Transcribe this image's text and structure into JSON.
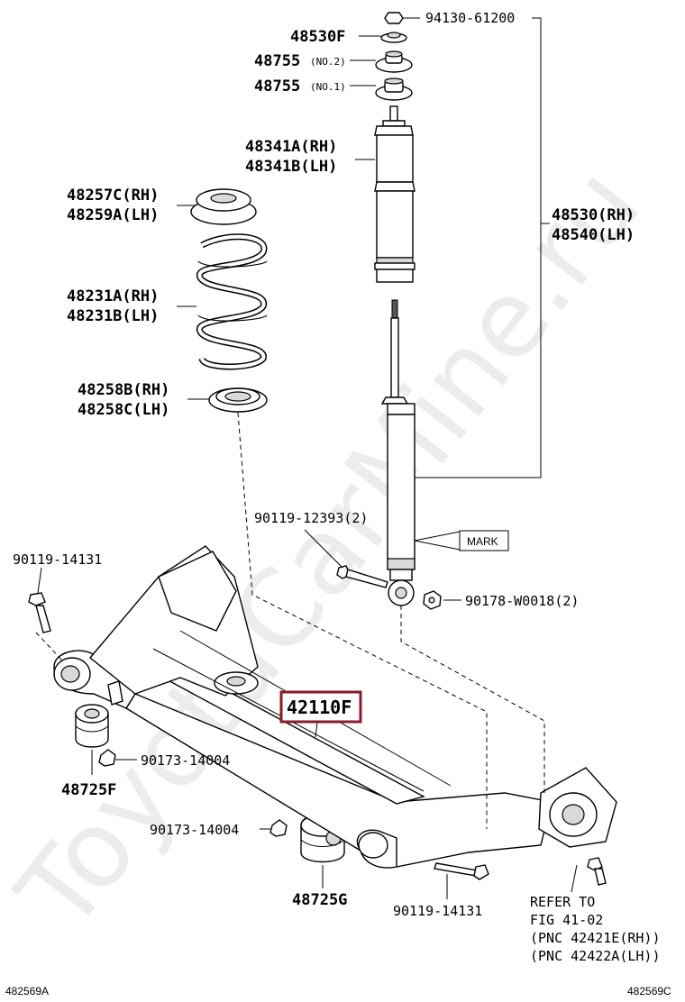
{
  "watermark": "ToyotaCarMine.ru",
  "labels": {
    "nut_top": "94130-61200",
    "cap_48530F": "48530F",
    "ins_no2_code": "48755",
    "ins_no2_sfx": "(NO.2)",
    "ins_no1_code": "48755",
    "ins_no1_sfx": "(NO.1)",
    "boot_rh": "48341A(RH)",
    "boot_lh": "48341B(LH)",
    "upper_seat_rh": "48257C(RH)",
    "upper_seat_lh": "48259A(LH)",
    "spring_rh": "48231A(RH)",
    "spring_lh": "48231B(LH)",
    "lower_seat_rh": "48258B(RH)",
    "lower_seat_lh": "48258C(LH)",
    "absorber_rh": "48530(RH)",
    "absorber_lh": "48540(LH)",
    "bolt_12393": "90119-12393(2)",
    "mark": "MARK",
    "nut_w0018": "90178-W0018(2)",
    "bolt_left": "90119-14131",
    "beam": "42110F",
    "nut_14004_left": "90173-14004",
    "bush_left": "48725F",
    "nut_14004_right": "90173-14004",
    "bush_right": "48725G",
    "bolt_bottom": "90119-14131",
    "refer_1": "REFER TO",
    "refer_2": "FIG 41-02",
    "refer_3": "(PNC 42421E(RH))",
    "refer_4": "(PNC 42422A(LH))",
    "footer_left": "482569A",
    "footer_right": "482569C"
  },
  "colors": {
    "highlight_box": "#8b1a2b"
  }
}
